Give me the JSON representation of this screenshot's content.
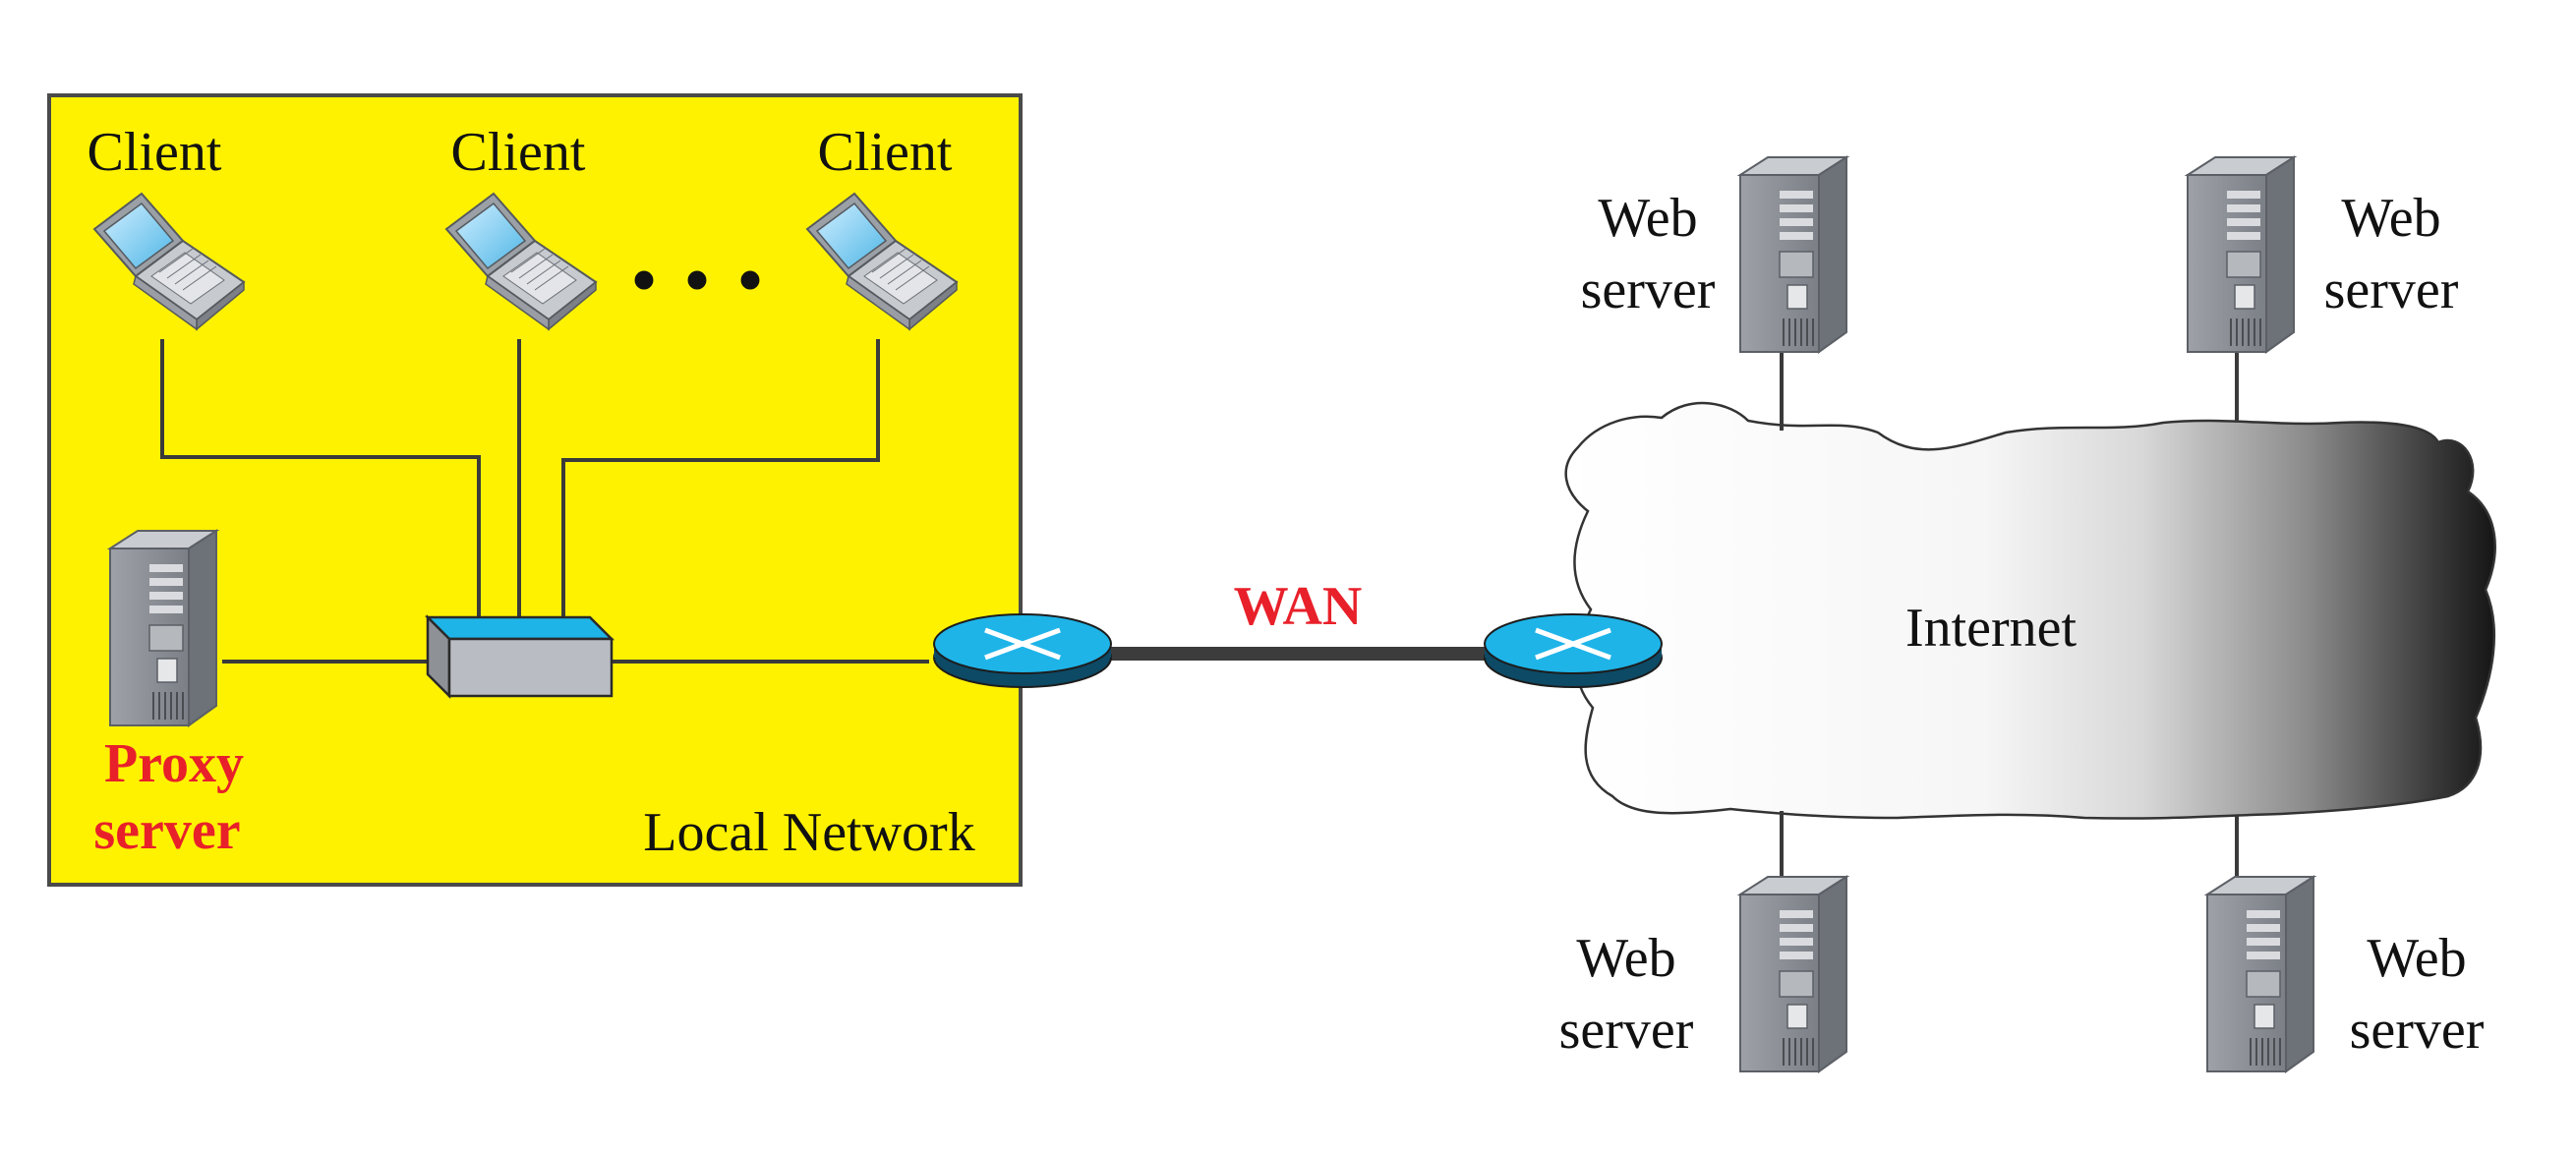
{
  "diagram": {
    "local_network": {
      "label": "Local Network",
      "background_color": "#fff200",
      "clients": [
        {
          "label": "Client"
        },
        {
          "label": "Client"
        },
        {
          "label": "Client"
        }
      ],
      "ellipsis": "• • •",
      "proxy": {
        "line1": "Proxy",
        "line2": "server",
        "color": "#e8202a"
      }
    },
    "wan": {
      "label": "WAN",
      "color": "#e8202a"
    },
    "internet": {
      "label": "Internet"
    },
    "web_servers": [
      {
        "line1": "Web",
        "line2": "server"
      },
      {
        "line1": "Web",
        "line2": "server"
      },
      {
        "line1": "Web",
        "line2": "server"
      },
      {
        "line1": "Web",
        "line2": "server"
      }
    ],
    "colors": {
      "router": "#1eb4e8",
      "switch_top": "#1eb4e8",
      "switch_body": "#b9bcc2",
      "server": "#8f9399"
    }
  }
}
